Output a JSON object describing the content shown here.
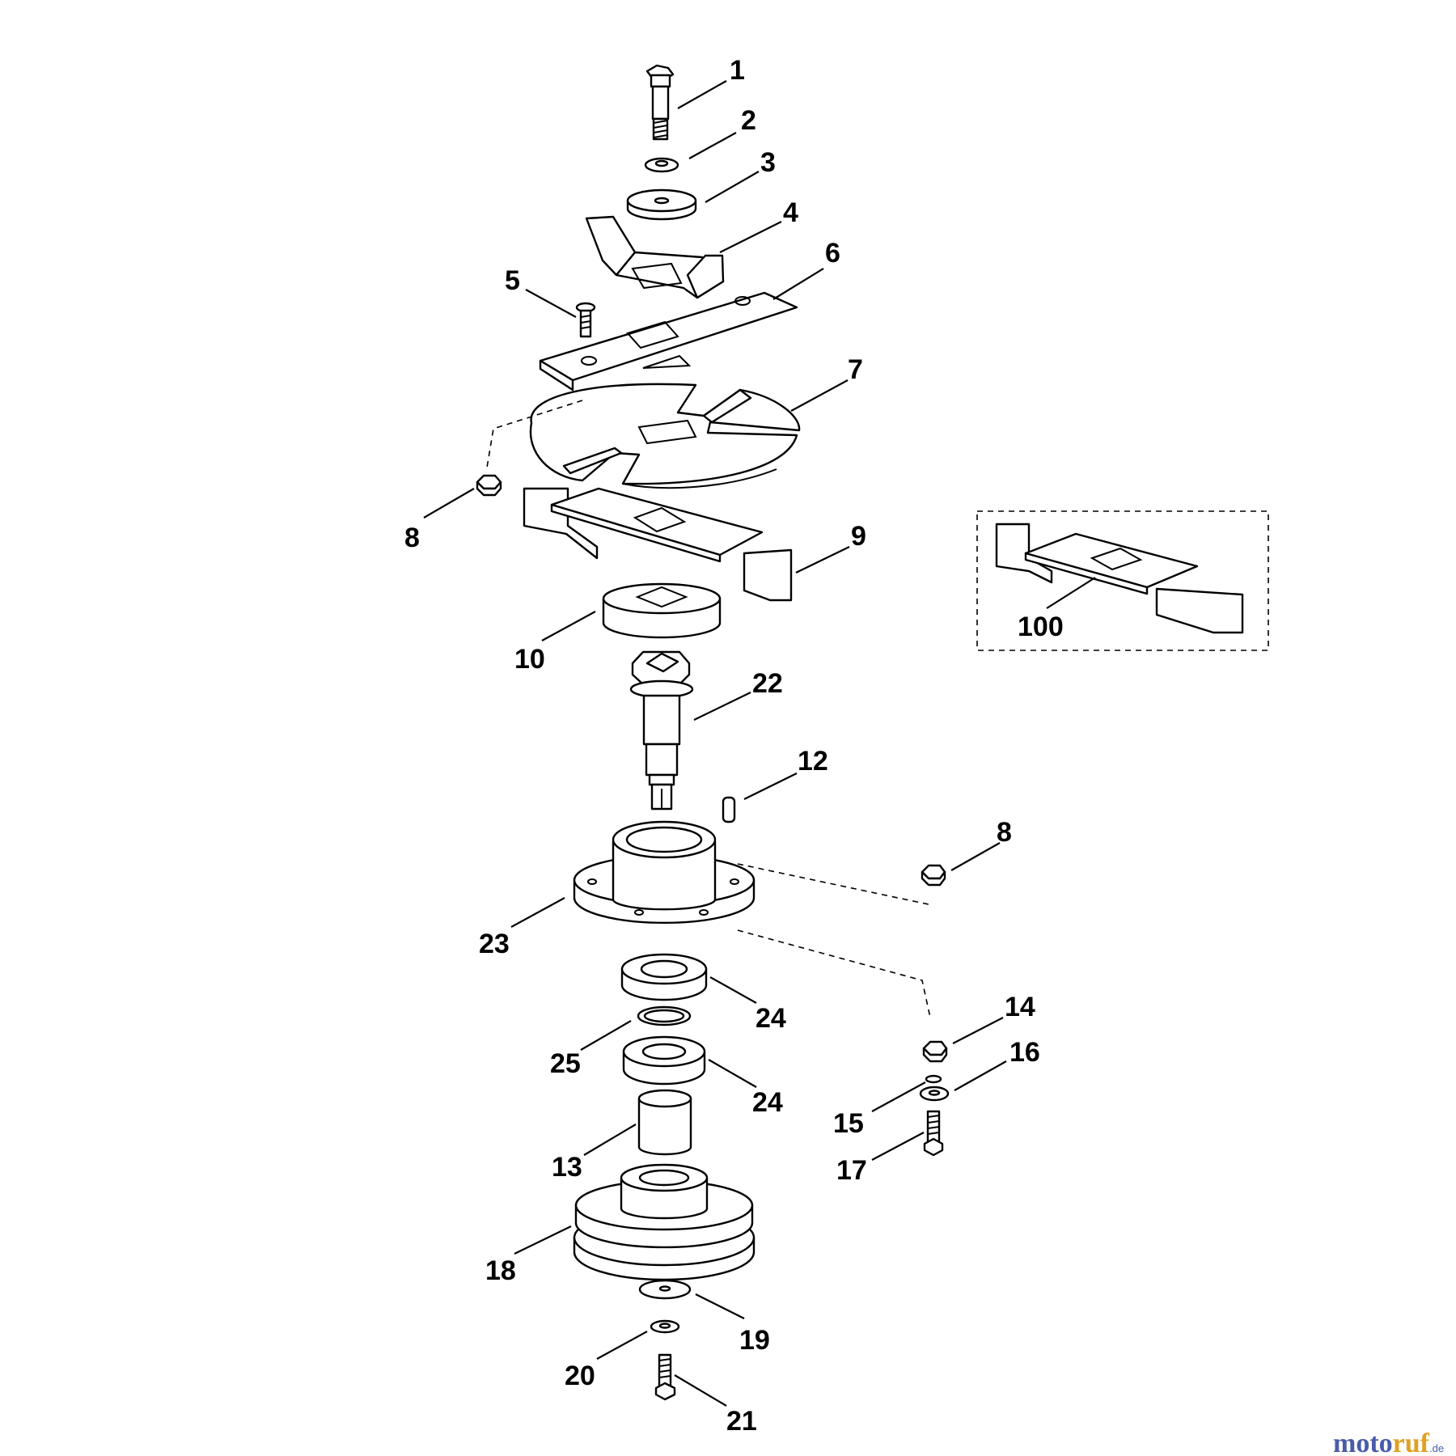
{
  "parts": [
    {
      "id": "1",
      "name": "bolt-icon"
    },
    {
      "id": "2",
      "name": "lock-washer-icon"
    },
    {
      "id": "3",
      "name": "blade-washer-icon"
    },
    {
      "id": "4",
      "name": "lifter-bracket-icon"
    },
    {
      "id": "5",
      "name": "screw-icon"
    },
    {
      "id": "6",
      "name": "upper-blade-icon"
    },
    {
      "id": "7",
      "name": "cutting-disc-icon"
    },
    {
      "id": "8",
      "name": "nut-icon"
    },
    {
      "id": "9",
      "name": "lower-blade-icon"
    },
    {
      "id": "10",
      "name": "blade-adapter-icon"
    },
    {
      "id": "12",
      "name": "key-icon"
    },
    {
      "id": "13",
      "name": "spacer-sleeve-icon"
    },
    {
      "id": "14",
      "name": "nut-icon"
    },
    {
      "id": "15",
      "name": "small-washer-icon"
    },
    {
      "id": "16",
      "name": "washer-icon"
    },
    {
      "id": "17",
      "name": "bolt-icon"
    },
    {
      "id": "18",
      "name": "pulley-icon"
    },
    {
      "id": "19",
      "name": "washer-icon"
    },
    {
      "id": "20",
      "name": "lock-washer-icon"
    },
    {
      "id": "21",
      "name": "bolt-icon"
    },
    {
      "id": "22",
      "name": "spindle-shaft-icon"
    },
    {
      "id": "23",
      "name": "spindle-housing-icon"
    },
    {
      "id": "24",
      "name": "ball-bearing-icon"
    },
    {
      "id": "25",
      "name": "snap-ring-icon"
    },
    {
      "id": "100",
      "name": "blade-assembly-icon"
    }
  ],
  "labels": {
    "l1": "1",
    "l2": "2",
    "l3": "3",
    "l4": "4",
    "l5": "5",
    "l6": "6",
    "l7": "7",
    "l8a": "8",
    "l8b": "8",
    "l9": "9",
    "l10": "10",
    "l12": "12",
    "l13": "13",
    "l14": "14",
    "l15": "15",
    "l16": "16",
    "l17": "17",
    "l18": "18",
    "l19": "19",
    "l20": "20",
    "l21": "21",
    "l22": "22",
    "l23": "23",
    "l24a": "24",
    "l24b": "24",
    "l25": "25",
    "l100": "100"
  },
  "watermark": {
    "part1": "moto",
    "part2": "ruf",
    "part3": ".de",
    "colors": {
      "blue": "#4a5ca8",
      "orange": "#e0a020"
    }
  }
}
